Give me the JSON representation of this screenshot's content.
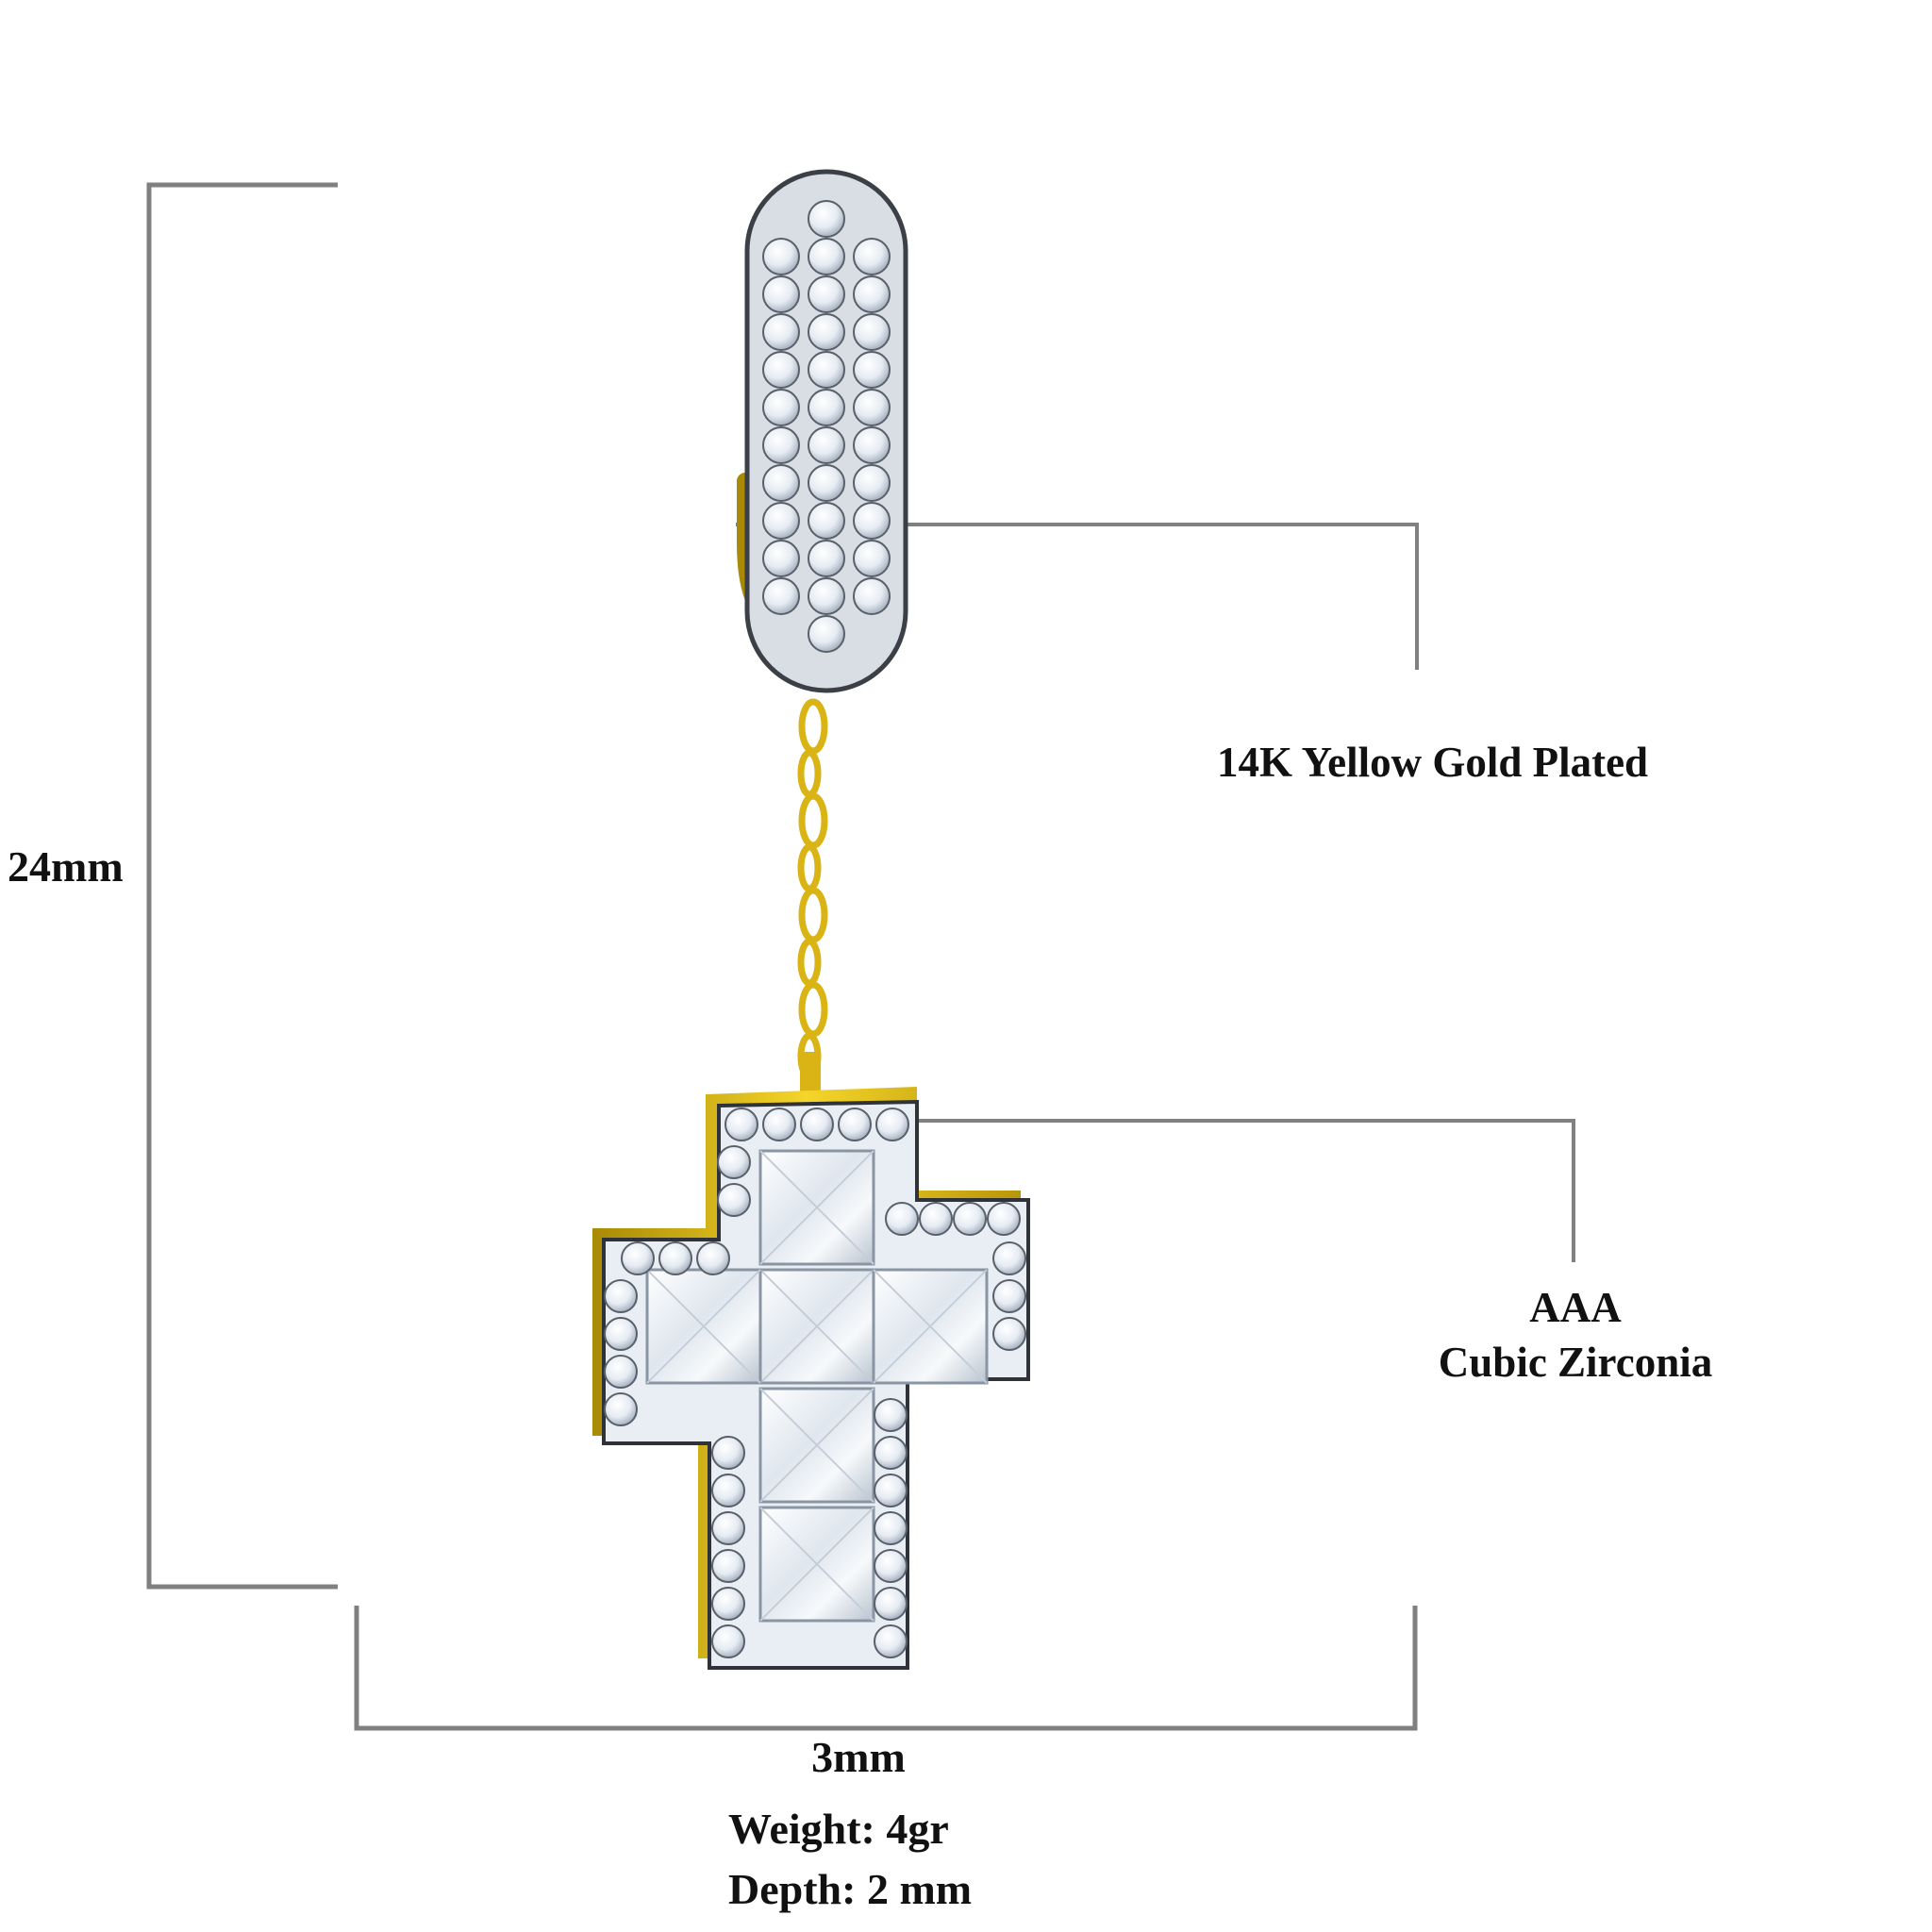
{
  "product": {
    "name": "Iced cross drop huggie earring"
  },
  "dimensions": {
    "height_label": "24mm",
    "width_label": "3mm"
  },
  "callouts": {
    "plating": "14K Yellow Gold Plated",
    "stone_grade": "AAA",
    "stone_type": "Cubic Zirconia"
  },
  "specs": {
    "weight": "Weight: 4gr",
    "depth": "Depth: 2 mm"
  },
  "colors": {
    "dimension_line": "#808080",
    "gold": "#e8c21a",
    "gold_dark": "#a88a06",
    "stone": "#eef3f8",
    "text": "#111111"
  }
}
